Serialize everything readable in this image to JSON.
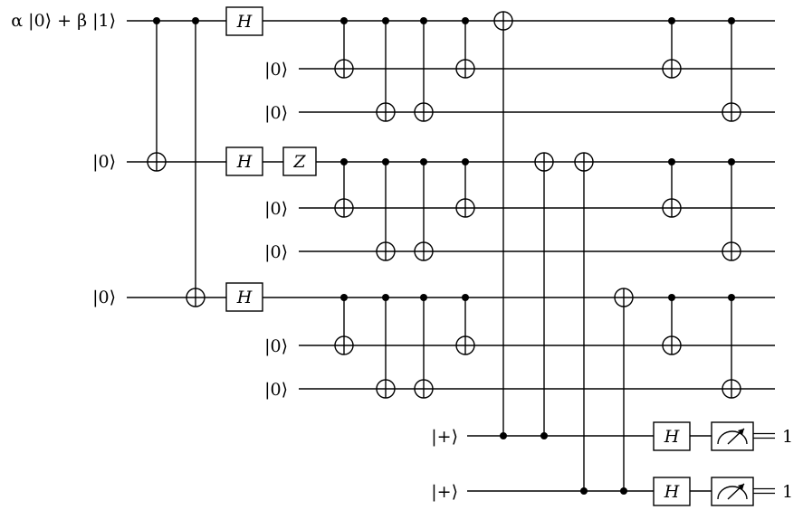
{
  "circuit": {
    "qubits": [
      {
        "label": "α |0⟩ + β |1⟩"
      },
      {
        "label": "|0⟩"
      },
      {
        "label": "|0⟩"
      },
      {
        "label": "|0⟩"
      },
      {
        "label": "|0⟩"
      },
      {
        "label": "|0⟩"
      },
      {
        "label": "|0⟩"
      },
      {
        "label": "|0⟩"
      },
      {
        "label": "|0⟩"
      },
      {
        "label": "|+⟩"
      },
      {
        "label": "|+⟩"
      }
    ],
    "gates": [
      {
        "type": "CNOT",
        "control": 0,
        "target": 3
      },
      {
        "type": "CNOT",
        "control": 0,
        "target": 6
      },
      {
        "type": "H",
        "qubit": 0,
        "label": "H"
      },
      {
        "type": "H",
        "qubit": 3,
        "label": "H"
      },
      {
        "type": "H",
        "qubit": 6,
        "label": "H"
      },
      {
        "type": "Z",
        "qubit": 3,
        "label": "Z"
      },
      {
        "type": "CNOT",
        "control": 0,
        "target": 1
      },
      {
        "type": "CNOT",
        "control": 3,
        "target": 4
      },
      {
        "type": "CNOT",
        "control": 6,
        "target": 7
      },
      {
        "type": "CNOT",
        "control": 0,
        "target": 2
      },
      {
        "type": "CNOT",
        "control": 3,
        "target": 5
      },
      {
        "type": "CNOT",
        "control": 6,
        "target": 8
      },
      {
        "type": "CNOT",
        "control": 0,
        "target": 2
      },
      {
        "type": "CNOT",
        "control": 3,
        "target": 5
      },
      {
        "type": "CNOT",
        "control": 6,
        "target": 8
      },
      {
        "type": "CNOT",
        "control": 0,
        "target": 1
      },
      {
        "type": "CNOT",
        "control": 3,
        "target": 4
      },
      {
        "type": "CNOT",
        "control": 6,
        "target": 7
      },
      {
        "type": "CNOT",
        "control": 9,
        "target": 0
      },
      {
        "type": "CNOT",
        "control": 9,
        "target": 3
      },
      {
        "type": "CNOT",
        "control": 10,
        "target": 3
      },
      {
        "type": "CNOT",
        "control": 10,
        "target": 6
      },
      {
        "type": "H",
        "qubit": 9,
        "label": "H"
      },
      {
        "type": "H",
        "qubit": 10,
        "label": "H"
      },
      {
        "type": "MEASURE",
        "qubit": 9
      },
      {
        "type": "MEASURE",
        "qubit": 10
      },
      {
        "type": "CNOT",
        "control": 0,
        "target": 1
      },
      {
        "type": "CNOT",
        "control": 3,
        "target": 4
      },
      {
        "type": "CNOT",
        "control": 6,
        "target": 7
      },
      {
        "type": "CNOT",
        "control": 0,
        "target": 2
      },
      {
        "type": "CNOT",
        "control": 3,
        "target": 5
      },
      {
        "type": "CNOT",
        "control": 6,
        "target": 8
      }
    ],
    "outputs": [
      {
        "qubit": 9,
        "value": "1"
      },
      {
        "qubit": 10,
        "value": "1"
      }
    ]
  }
}
